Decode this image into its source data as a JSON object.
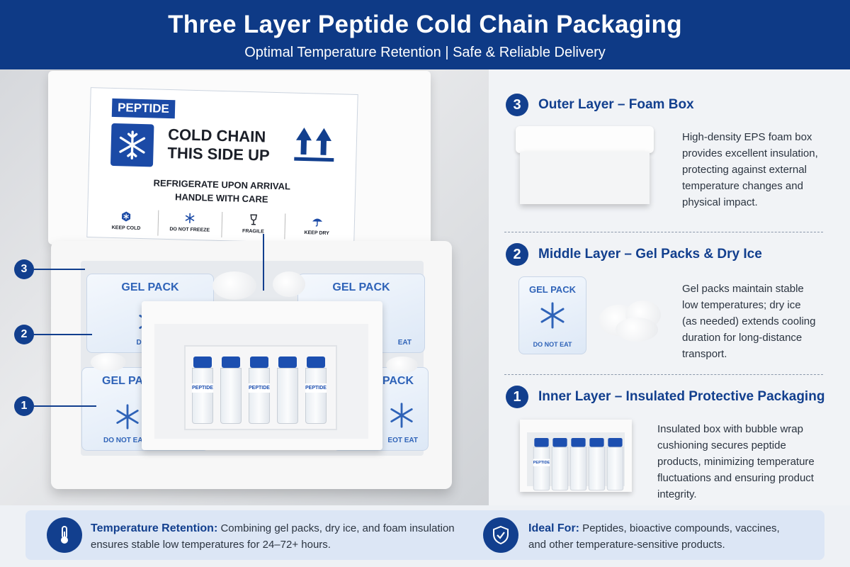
{
  "header": {
    "title": "Three Layer Peptide Cold Chain Packaging",
    "subtitle": "Optimal Temperature Retention | Safe & Reliable Delivery"
  },
  "lid_label": {
    "tag": "PEPTIDE",
    "heading_line1": "COLD CHAIN",
    "heading_line2": "THIS SIDE UP",
    "instruction_line1": "REFRIGERATE UPON ARRIVAL",
    "instruction_line2": "HANDLE WITH CARE",
    "icons": [
      {
        "label": "KEEP COLD",
        "icon": "snowflake-hexagon-icon"
      },
      {
        "label": "DO NOT FREEZE",
        "icon": "snowflake-icon"
      },
      {
        "label": "FRAGILE",
        "icon": "glass-icon"
      },
      {
        "label": "KEEP DRY",
        "icon": "umbrella-icon"
      }
    ]
  },
  "box_photo": {
    "gel_pack_label": "GEL PACK",
    "gel_pack_foot": "DO NOT EAT",
    "gel_pack_foot_partial_left": "DO NOT",
    "gel_pack_foot_partial_right": "EAT",
    "gel_pack_label_partial_left": "GEL PACK",
    "gel_pack_label_partial_right": "PACK",
    "gel_pack_foot_partial_right2": "EOT EAT",
    "vial_label": "PEPTIDE",
    "callouts": [
      "3",
      "2",
      "1"
    ]
  },
  "sections": [
    {
      "number": "3",
      "title": "Outer Layer – Foam Box",
      "text_lines": [
        "High-density EPS foam box",
        "provides excellent insulation,",
        "protecting against external",
        "temperature changes and",
        "physical impact."
      ]
    },
    {
      "number": "2",
      "title": "Middle Layer – Gel Packs & Dry Ice",
      "image_label": "GEL PACK",
      "image_foot": "DO NOT EAT",
      "text_lines": [
        "Gel packs maintain stable",
        "low temperatures; dry ice",
        "(as needed) extends cooling",
        "duration for long-distance",
        "transport."
      ]
    },
    {
      "number": "1",
      "title": "Inner Layer – Insulated Protective Packaging",
      "image_vial_label": "PEPTIDE",
      "text_lines": [
        "Insulated box with bubble wrap",
        "cushioning secures peptide",
        "products, minimizing temperature",
        "fluctuations and ensuring product",
        "integrity."
      ]
    }
  ],
  "bottom": {
    "left_label": "Temperature Retention:",
    "left_text1": " Combining gel packs, dry ice, and foam insulation",
    "left_text2": "ensures stable low temperatures for 24–72+ hours.",
    "right_label": "Ideal For:",
    "right_text1": " Peptides, bioactive compounds, vaccines,",
    "right_text2": "and other temperature-sensitive products."
  },
  "colors": {
    "brand_blue": "#0e3a86",
    "accent_blue": "#1c4fb0",
    "panel_bg": "#f1f3f6"
  }
}
